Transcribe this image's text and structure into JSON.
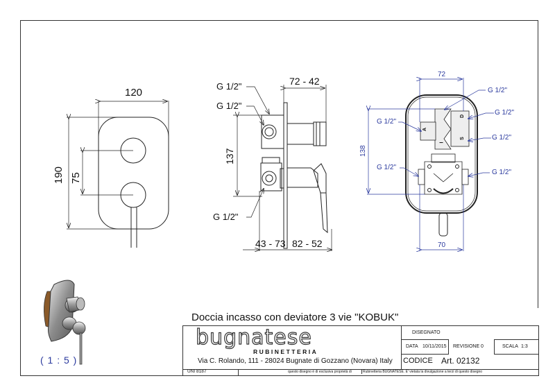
{
  "drawing": {
    "front_view": {
      "width_dim": "120",
      "height_dim": "190",
      "spacing_dim": "75"
    },
    "side_view": {
      "depth_top_dim": "72 - 42",
      "height_dim": "137",
      "depth_bottom_left_dim": "43 - 73",
      "depth_bottom_right_dim": "82 - 52",
      "connections": [
        "G 1/2\"",
        "G 1/2\"",
        "G 1/2\""
      ]
    },
    "rear_view": {
      "width_top_dim": "72",
      "width_bottom_dim": "70",
      "height_dim": "138",
      "connections_right": [
        "G 1/2\"",
        "G 1/2\"",
        "G 1/2\"",
        "G 1/2\""
      ],
      "connections_left": [
        "G 1/2\"",
        "G 1/2\""
      ],
      "port_labels": [
        "A",
        "D",
        "S",
        "I"
      ],
      "annotation_color": "#2b3a9e"
    },
    "thumbnail": {
      "scale_label": "( 1 : 5 )"
    }
  },
  "title_block": {
    "title": "Doccia incasso con deviatore 3 vie \"KOBUK\"",
    "company_logo": "bugnatese",
    "company_sub": "RUBINETTERIA",
    "address": "Via C. Rolando, 111 - 28024 Bugnate di Gozzano (Novara) Italy",
    "disegnato_label": "DISEGNATO",
    "data_label": "DATA",
    "data_value": "10/11/2015",
    "revisione_label": "REVISIONE",
    "revisione_value": "0",
    "scala_label": "SCALA",
    "scala_value": "1:3",
    "codice_label": "CODICE",
    "codice_value": "Art. 02132",
    "norm": "UNI 8187",
    "disclaimer_left": "questo disegno è di esclusiva proprietà di",
    "disclaimer_right": "Rubinetteria BUGNATESE. E' vietata la divulgazione a terzi di questo disegno"
  }
}
